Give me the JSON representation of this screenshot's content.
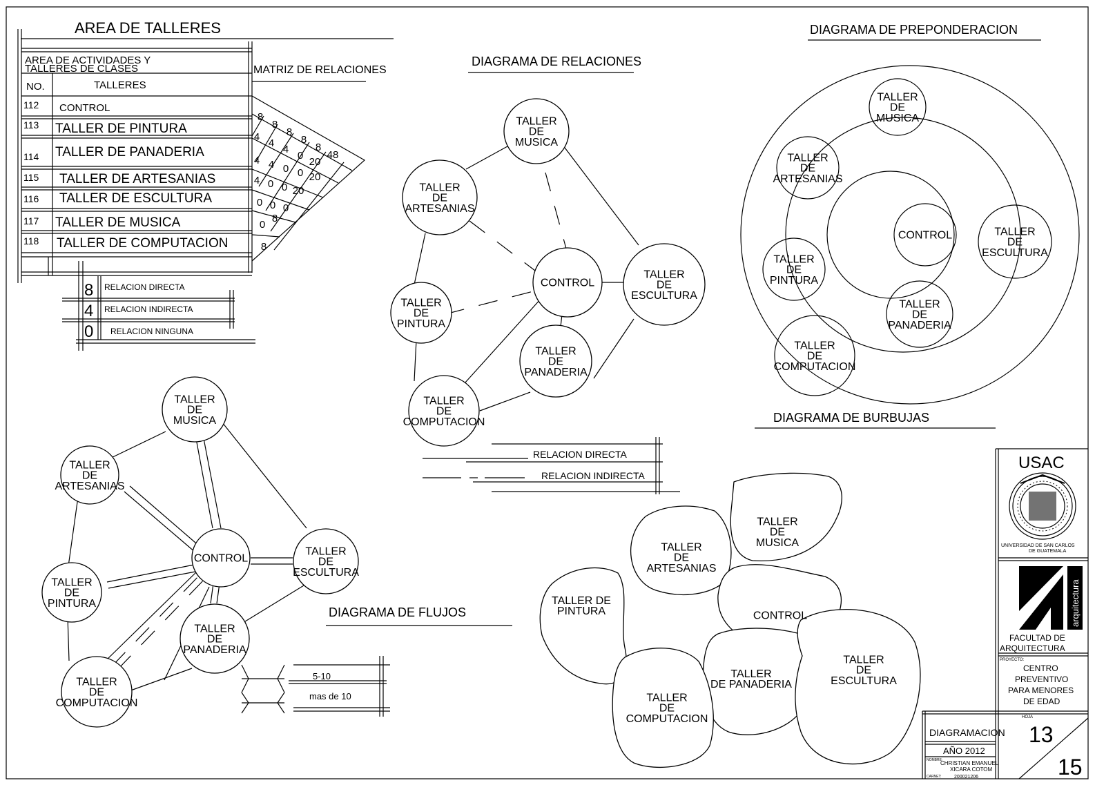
{
  "sheet": {
    "title": "AREA DE TALLERES",
    "matrix_heading": "MATRIZ DE RELACIONES",
    "relations_heading": "DIAGRAMA DE RELACIONES",
    "preponderance_heading": "DIAGRAMA DE PREPONDERACION",
    "bubbles_heading": "DIAGRAMA DE BURBUJAS",
    "flows_heading": "DIAGRAMA DE FLUJOS"
  },
  "table": {
    "caption_line1": "AREA DE ACTIVIDADES Y",
    "caption_line2": "TALLERES DE CLASES",
    "col_no": "NO.",
    "col_name": "TALLERES",
    "rows": [
      {
        "no": "112",
        "name": "CONTROL"
      },
      {
        "no": "113",
        "name": "TALLER DE PINTURA"
      },
      {
        "no": "114",
        "name": "TALLER DE PANADERIA"
      },
      {
        "no": "115",
        "name": "TALLER DE ARTESANIAS"
      },
      {
        "no": "116",
        "name": "TALLER DE ESCULTURA"
      },
      {
        "no": "117",
        "name": "TALLER DE MUSICA"
      },
      {
        "no": "118",
        "name": "TALLER DE COMPUTACION"
      }
    ]
  },
  "matrix_values": [
    [
      "8",
      "8",
      "8",
      "8",
      "8",
      "48"
    ],
    [
      "4",
      "4",
      "4",
      "0",
      "20"
    ],
    [
      "4",
      "4",
      "0",
      "0",
      "20"
    ],
    [
      "4",
      "0",
      "0",
      "20"
    ],
    [
      "0",
      "0",
      "0"
    ],
    [
      "0",
      "8"
    ],
    [
      "8"
    ]
  ],
  "matrix_legend": [
    {
      "value": "8",
      "label": "RELACION DIRECTA"
    },
    {
      "value": "4",
      "label": "RELACION INDIRECTA"
    },
    {
      "value": "0",
      "label": "RELACION NINGUNA"
    }
  ],
  "relations_legend": {
    "direct": "RELACION DIRECTA",
    "indirect": "RELACION INDIRECTA"
  },
  "flows_legend": {
    "low": "5-10",
    "high": "mas de 10"
  },
  "nodes": {
    "musica": [
      "TALLER",
      "DE",
      "MUSICA"
    ],
    "artesanias": [
      "TALLER",
      "DE",
      "ARTESANIAS"
    ],
    "pintura": [
      "TALLER",
      "DE",
      "PINTURA"
    ],
    "computacion": [
      "TALLER",
      "DE",
      "COMPUTACION"
    ],
    "panaderia": [
      "TALLER",
      "DE",
      "PANADERIA"
    ],
    "escultura": [
      "TALLER",
      "DE",
      "ESCULTURA"
    ],
    "control": [
      "CONTROL"
    ]
  },
  "bubbles": {
    "pintura": [
      "TALLER DE",
      "PINTURA"
    ],
    "artesanias": [
      "TALLER",
      "DE",
      "ARTESANIAS"
    ],
    "musica": [
      "TALLER",
      "DE",
      "MUSICA"
    ],
    "control": [
      "CONTROL"
    ],
    "panaderia": [
      "TALLER",
      "DE PANADERIA"
    ],
    "escultura": [
      "TALLER",
      "DE",
      "ESCULTURA"
    ],
    "computacion": [
      "TALLER",
      "DE",
      "COMPUTACION"
    ]
  },
  "title_block": {
    "university": "USAC",
    "seal_caption_1": "UNIVERSIDAD DE SAN CARLOS",
    "seal_caption_2": "DE GUATEMALA",
    "faculty_logo_text": "arquitectura",
    "faculty_1": "FACULTAD DE",
    "faculty_2": "ARQUITECTURA",
    "project_tag": "PROYECTO:",
    "project": [
      "CENTRO",
      "PREVENTIVO",
      "PARA MENORES",
      "DE EDAD"
    ],
    "content": "DIAGRAMACION",
    "year": "AÑO  2012",
    "author_tag": "NOMBRE:",
    "author_1": "CHRISTIAN EMANUEL",
    "author_2": "XICARA COTOM",
    "carne_tag": "CARNET:",
    "carne": "200021206",
    "sheet_tag": "HOJA",
    "sheet_no": "13",
    "sheet_total": "15"
  }
}
